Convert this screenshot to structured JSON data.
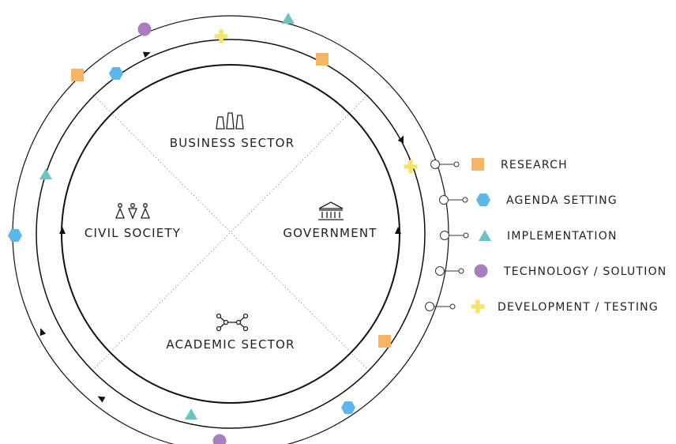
{
  "sectors": {
    "business": "BUSINESS SECTOR",
    "civil": "CIVIL SOCIETY",
    "government": "GOVERNMENT",
    "academic": "ACADEMIC SECTOR"
  },
  "legend": [
    {
      "label": "RESEARCH",
      "shape": "square",
      "color": "#f5b562"
    },
    {
      "label": "AGENDA SETTING",
      "shape": "hexagon",
      "color": "#5bb8e8"
    },
    {
      "label": "IMPLEMENTATION",
      "shape": "triangle",
      "color": "#6cc4c0"
    },
    {
      "label": "TECHNOLOGY / SOLUTION",
      "shape": "circle",
      "color": "#a97ec0"
    },
    {
      "label": "DEVELOPMENT / TESTING",
      "shape": "plus",
      "color": "#f2e56a"
    }
  ],
  "icons": {
    "business": "buildings-icon",
    "civil": "people-icon",
    "government": "government-building-icon",
    "academic": "network-icon"
  }
}
